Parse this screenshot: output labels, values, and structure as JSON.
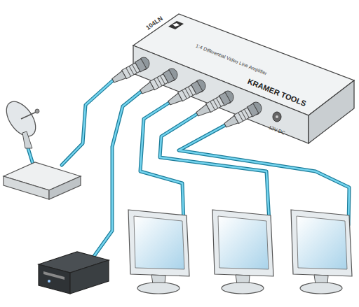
{
  "diagram": {
    "nodes": [
      {
        "text": [
          "104LN",
          "1:4 Differential Video Line Amplifier",
          "KRAMER TOOLS"
        ]
      }
    ],
    "labels": [
      "12V DC"
    ]
  }
}
